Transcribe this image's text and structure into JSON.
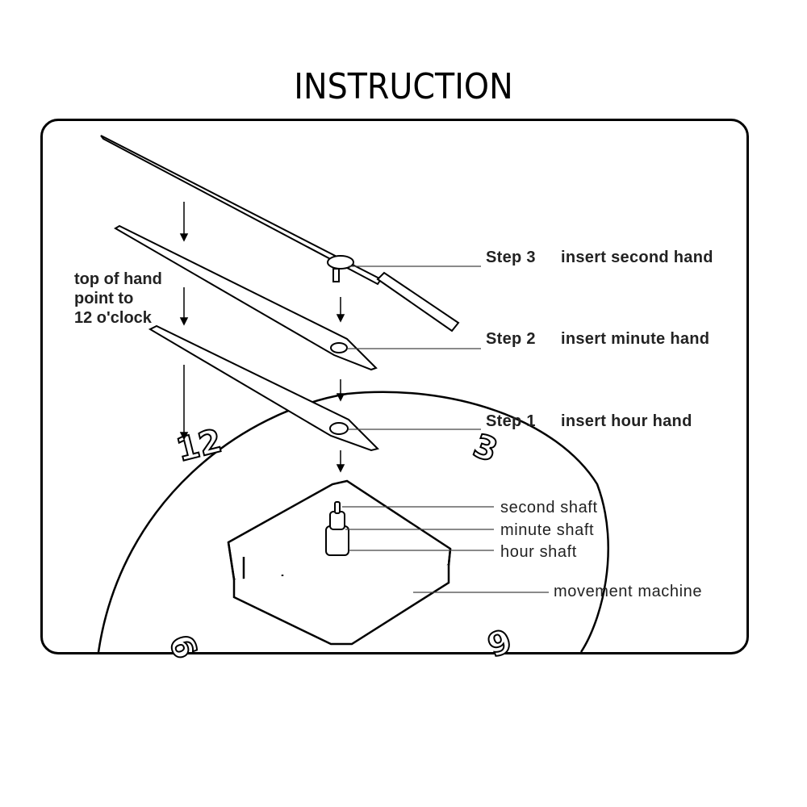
{
  "title": "INSTRUCTION",
  "side_note": [
    "top of hand",
    "point to",
    "12 o'clock"
  ],
  "steps": [
    {
      "step": "Step 3",
      "action": "insert second hand"
    },
    {
      "step": "Step 2",
      "action": "insert minute hand"
    },
    {
      "step": "Step 1",
      "action": "insert hour hand"
    }
  ],
  "parts": {
    "second_shaft": "second shaft",
    "minute_shaft": "minute shaft",
    "hour_shaft": "hour shaft",
    "movement": "movement machine"
  },
  "dial_numbers": {
    "twelve": "12",
    "three": "3",
    "six": "6",
    "nine": "9"
  }
}
